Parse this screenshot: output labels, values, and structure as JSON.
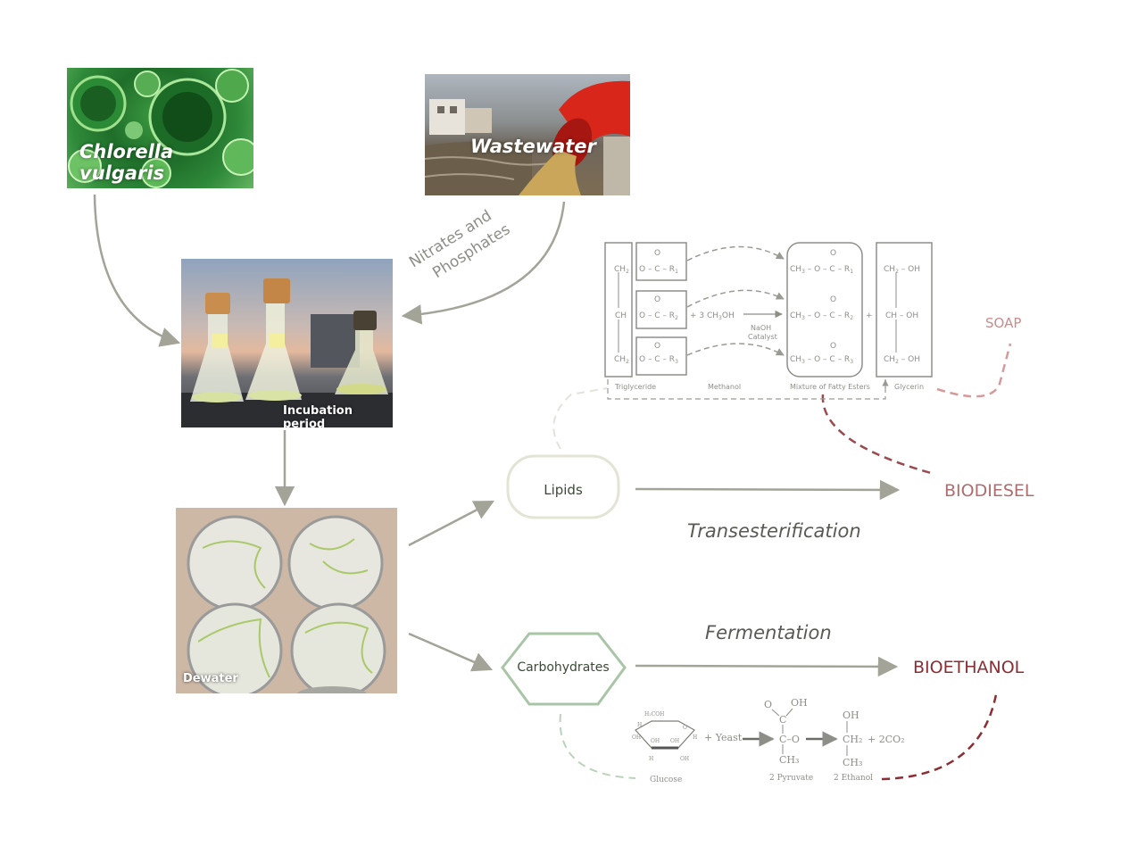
{
  "inputs": {
    "algae_label": "Chlorella vulgaris",
    "wastewater_label": "Wastewater",
    "nutrient_line1": "Nitrates and",
    "nutrient_line2": "Phosphates"
  },
  "steps": {
    "incubation_label": "Incubation period",
    "dewater_label": "Dewater"
  },
  "fractions": {
    "lipids": "Lipids",
    "carbohydrates": "Carbohydrates"
  },
  "processes": {
    "transesterification": "Transesterification",
    "fermentation": "Fermentation"
  },
  "products": {
    "biodiesel": "BIODIESEL",
    "bioethanol": "BIOETHANOL",
    "soap": "SOAP"
  },
  "transesterification_scheme": {
    "ch2": "CH",
    "ch2_sub": "2",
    "ch": "CH",
    "o_double": "O",
    "ester_R1": "O – C – R",
    "sub1": "1",
    "sub2": "2",
    "sub3": "3",
    "methanol_formula": "+ 3 CH",
    "methanol_formula_sub": "3",
    "methanol_formula_tail": "OH",
    "catalyst_line1": "NaOH",
    "catalyst_line2": "Catalyst",
    "methyl_ester": "CH",
    "methyl_ester_tail": " – O – C – R",
    "plus": "+",
    "glycerin_ch2oh": "CH",
    "glycerin_oh_tail": " – OH",
    "glycerin_choh": "CH – OH",
    "label_triglyceride": "Triglyceride",
    "label_methanol": "Methanol",
    "label_fatty_esters": "Mixture of Fatty Esters",
    "label_glycerin": "Glycerin"
  },
  "fermentation_scheme": {
    "glucose_ring_top": "H₂COH",
    "ring_o": "O",
    "ring_h": "H",
    "ring_oh": "OH",
    "yeast": "+ Yeast",
    "pyr_o": "O",
    "pyr_oh": "OH",
    "pyr_c": "C",
    "pyr_co": "C–O",
    "pyr_ch3": "CH₃",
    "eth_oh": "OH",
    "eth_ch2": "CH₂",
    "co2": "+ 2CO₂",
    "eth_ch3": "CH₃",
    "label_glucose": "Glucose",
    "label_pyruvate": "2 Pyruvate",
    "label_ethanol": "2 Ethanol"
  },
  "colors": {
    "arrow_gray": "#a3a398",
    "scheme_gray": "#8e8e88",
    "biodiesel": "#b06d6d",
    "bioethanol": "#8c2d34",
    "soap": "#cc8a8a",
    "green_outline": "#a9c5a7",
    "lipid_outline": "#e3e4d6"
  }
}
